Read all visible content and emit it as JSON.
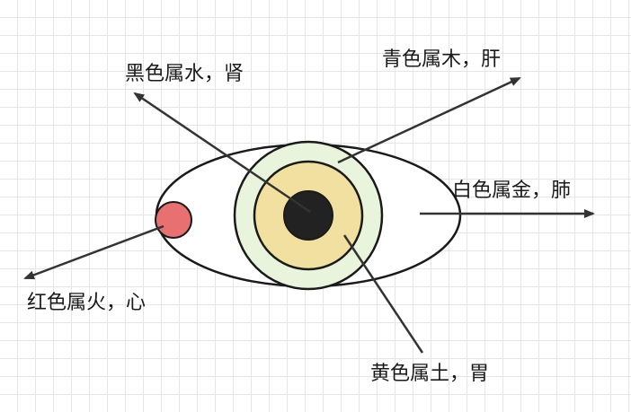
{
  "labels": {
    "black": "黑色属水，肾",
    "cyan": "青色属木，肝",
    "white": "白色属金，肺",
    "red": "红色属火，心",
    "yellow": "黄色属土，胃"
  },
  "colors": {
    "outline": "#1a1a1a",
    "sclera": "#ffffff",
    "outer_ring": "#e8f4dc",
    "inner_ring": "#f2e0a0",
    "pupil": "#222222",
    "red_dot": "#e87070",
    "arrow": "#333333",
    "grid": "#e6e6e6"
  }
}
